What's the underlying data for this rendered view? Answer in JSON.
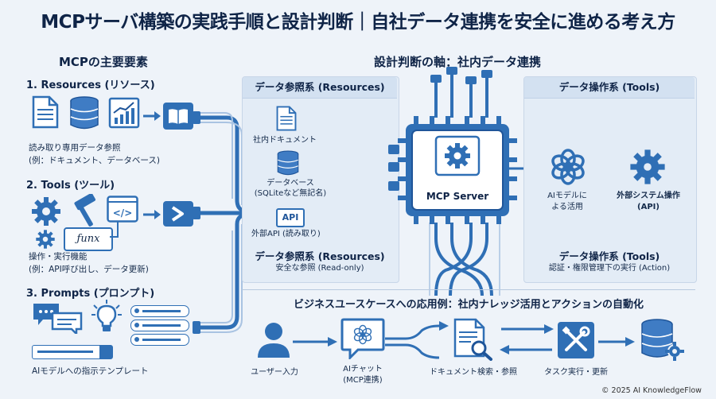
{
  "title": "MCPサーバ構築の実践手順と設計判断｜自社データ連携を安全に進める考え方",
  "left": {
    "heading": "MCPの主要要素",
    "resources": {
      "title": "1. Resources (リソース)",
      "desc1": "読み取り専用データ参照",
      "desc2": "(例：ドキュメント、データベース)"
    },
    "tools": {
      "title": "2. Tools (ツール)",
      "func_label": "ƒunx",
      "desc1": "操作・実行機能",
      "desc2": "(例：API呼び出し、データ更新)"
    },
    "prompts": {
      "title": "3. Prompts (プロンプト)",
      "desc1": "AIモデルへの指示テンプレート"
    }
  },
  "center": {
    "heading": "設計判断の軸：社内データ連携",
    "resources_panel": {
      "header": "データ参照系 (Resources)",
      "item_docs": "社内ドキュメント",
      "item_db1": "データベース",
      "item_db2": "(SQLiteなど無記名)",
      "api_badge": "API",
      "item_api": "外部API (読み取り)",
      "footer_title": "データ参照系 (Resources)",
      "footer_sub": "安全な参照 (Read-only)"
    },
    "server_label": "MCP Server",
    "tools_panel": {
      "header": "データ操作系 (Tools)",
      "ai_label1": "AIモデルに",
      "ai_label2": "よる活用",
      "ext_label1": "外部システム操作",
      "ext_label2": "(API)",
      "footer_title": "データ操作系 (Tools)",
      "footer_sub": "認証・権限管理下の実行 (Action)"
    }
  },
  "usecase": {
    "heading": "ビジネスユースケースへの応用例：社内ナレッジ活用とアクションの自動化",
    "user": "ユーザー入力",
    "chat1": "AIチャット",
    "chat2": "(MCP連携)",
    "search": "ドキュメント検索・参照",
    "task": "タスク実行・更新"
  },
  "footer": "© 2025 AI KnowledgeFlow"
}
